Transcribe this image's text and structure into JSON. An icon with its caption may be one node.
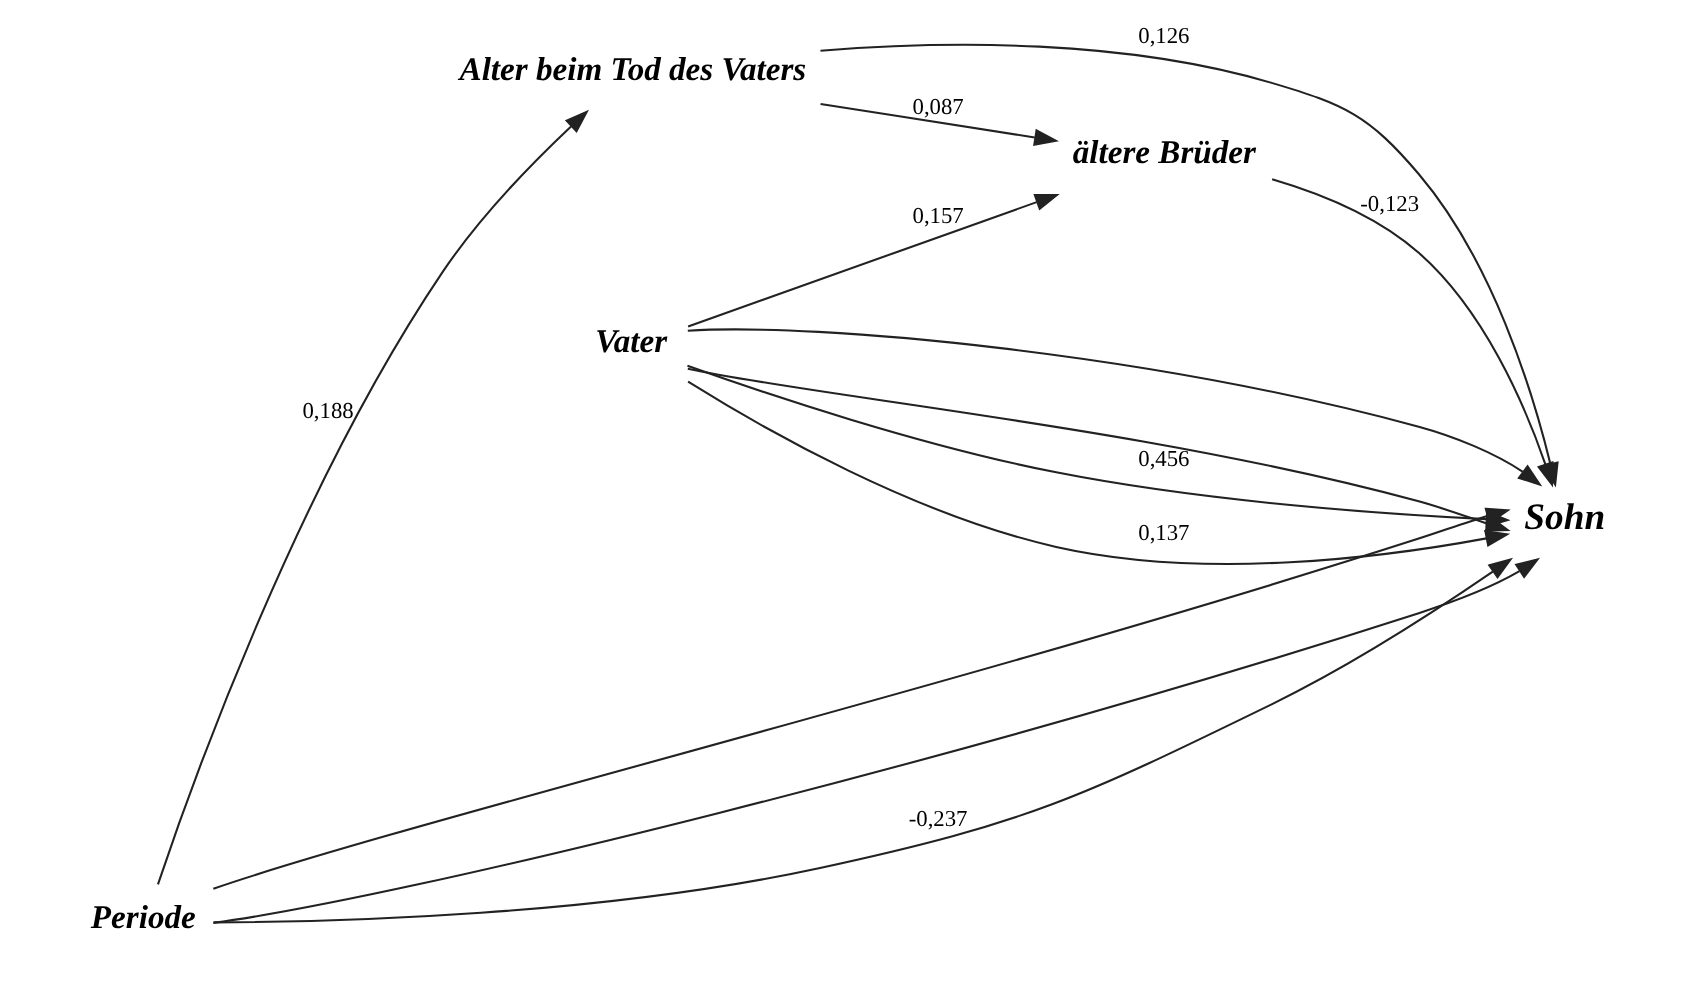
{
  "diagram": {
    "nodes": [
      {
        "text": [
          "Alter beim Tod des Vaters"
        ]
      },
      {
        "text": [
          "ältere Brüder"
        ]
      },
      {
        "text": [
          "Sohn"
        ]
      },
      {
        "text": [
          "Vater"
        ]
      },
      {
        "text": [
          "Periode"
        ]
      }
    ],
    "edges": [
      {
        "from": 4,
        "to": 0,
        "arrow": "to",
        "label": "0,188"
      },
      {
        "from": 0,
        "to": 1,
        "arrow": "to",
        "label": "0,087"
      },
      {
        "from": 0,
        "to": 2,
        "arrow": "to",
        "label": "0,126"
      },
      {
        "from": 4,
        "to": 2,
        "arrow": "to"
      },
      {
        "from": 3,
        "to": 2,
        "arrow": "to"
      },
      {
        "from": 3,
        "to": 1,
        "arrow": "to",
        "label": "0,157"
      },
      {
        "from": 1,
        "to": 2,
        "arrow": "to",
        "label": "-0,123"
      },
      {
        "from": 3,
        "to": 2,
        "arrow": "to"
      },
      {
        "from": 3,
        "to": 2,
        "arrow": "to",
        "label": "0,456"
      },
      {
        "from": 3,
        "to": 2,
        "arrow": "to",
        "label": "0,137"
      },
      {
        "from": 4,
        "to": 2,
        "arrow": "to"
      },
      {
        "from": 4,
        "to": 2,
        "arrow": "to",
        "label": "-0,237"
      }
    ]
  }
}
